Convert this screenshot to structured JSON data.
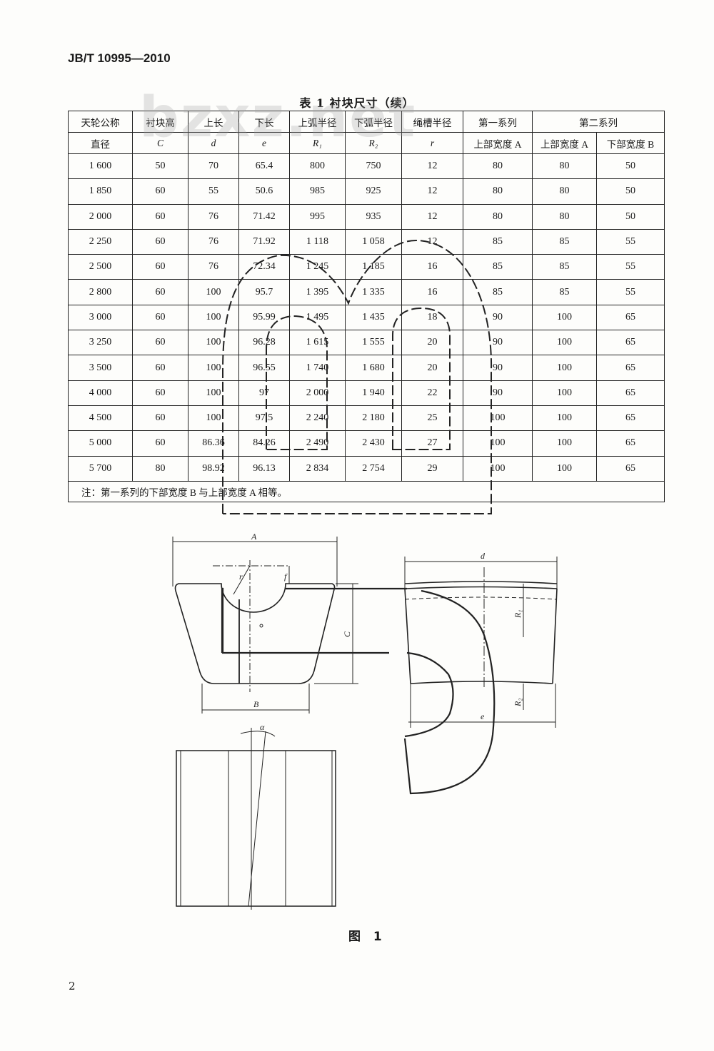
{
  "header": {
    "standard_code": "JB/T 10995—2010"
  },
  "watermark": "bzxz.net",
  "table": {
    "title": "表 1   衬块尺寸（续）",
    "columns": [
      {
        "name": "天轮公称",
        "sym": "直径"
      },
      {
        "name": "衬块高",
        "sym": "C"
      },
      {
        "name": "上长",
        "sym": "d"
      },
      {
        "name": "下长",
        "sym": "e"
      },
      {
        "name": "上弧半径",
        "sym": "R₁"
      },
      {
        "name": "下弧半径",
        "sym": "R₂"
      },
      {
        "name": "绳槽半径",
        "sym": "r"
      }
    ],
    "group1": {
      "name": "第一系列",
      "sub": [
        "上部宽度 A"
      ]
    },
    "group2": {
      "name": "第二系列",
      "sub": [
        "上部宽度 A",
        "下部宽度 B"
      ]
    },
    "rows": [
      [
        "1 600",
        "50",
        "70",
        "65.4",
        "800",
        "750",
        "12",
        "80",
        "80",
        "50"
      ],
      [
        "1 850",
        "60",
        "55",
        "50.6",
        "985",
        "925",
        "12",
        "80",
        "80",
        "50"
      ],
      [
        "2 000",
        "60",
        "76",
        "71.42",
        "995",
        "935",
        "12",
        "80",
        "80",
        "50"
      ],
      [
        "2 250",
        "60",
        "76",
        "71.92",
        "1 118",
        "1 058",
        "12",
        "85",
        "85",
        "55"
      ],
      [
        "2 500",
        "60",
        "76",
        "72.34",
        "1 245",
        "1 185",
        "16",
        "85",
        "85",
        "55"
      ],
      [
        "2 800",
        "60",
        "100",
        "95.7",
        "1 395",
        "1 335",
        "16",
        "85",
        "85",
        "55"
      ],
      [
        "3 000",
        "60",
        "100",
        "95.99",
        "1 495",
        "1 435",
        "18",
        "90",
        "100",
        "65"
      ],
      [
        "3 250",
        "60",
        "100",
        "96.28",
        "1 615",
        "1 555",
        "20",
        "90",
        "100",
        "65"
      ],
      [
        "3 500",
        "60",
        "100",
        "96.55",
        "1 740",
        "1 680",
        "20",
        "90",
        "100",
        "65"
      ],
      [
        "4 000",
        "60",
        "100",
        "97",
        "2 000",
        "1 940",
        "22",
        "90",
        "100",
        "65"
      ],
      [
        "4 500",
        "60",
        "100",
        "97.5",
        "2 240",
        "2 180",
        "25",
        "100",
        "100",
        "65"
      ],
      [
        "5 000",
        "60",
        "86.36",
        "84.26",
        "2 490",
        "2 430",
        "27",
        "100",
        "100",
        "65"
      ],
      [
        "5 700",
        "80",
        "98.92",
        "96.13",
        "2 834",
        "2 754",
        "29",
        "100",
        "100",
        "65"
      ]
    ],
    "note": "注：第一系列的下部宽度 B 与上部宽度 A 相等。"
  },
  "figure": {
    "labels": {
      "A": "A",
      "B": "B",
      "C": "C",
      "d": "d",
      "e": "e",
      "R1": "R₁",
      "R2": "R₂",
      "r": "r",
      "f": "f",
      "alpha": "α"
    },
    "caption": "图   1"
  },
  "page_number": "2"
}
